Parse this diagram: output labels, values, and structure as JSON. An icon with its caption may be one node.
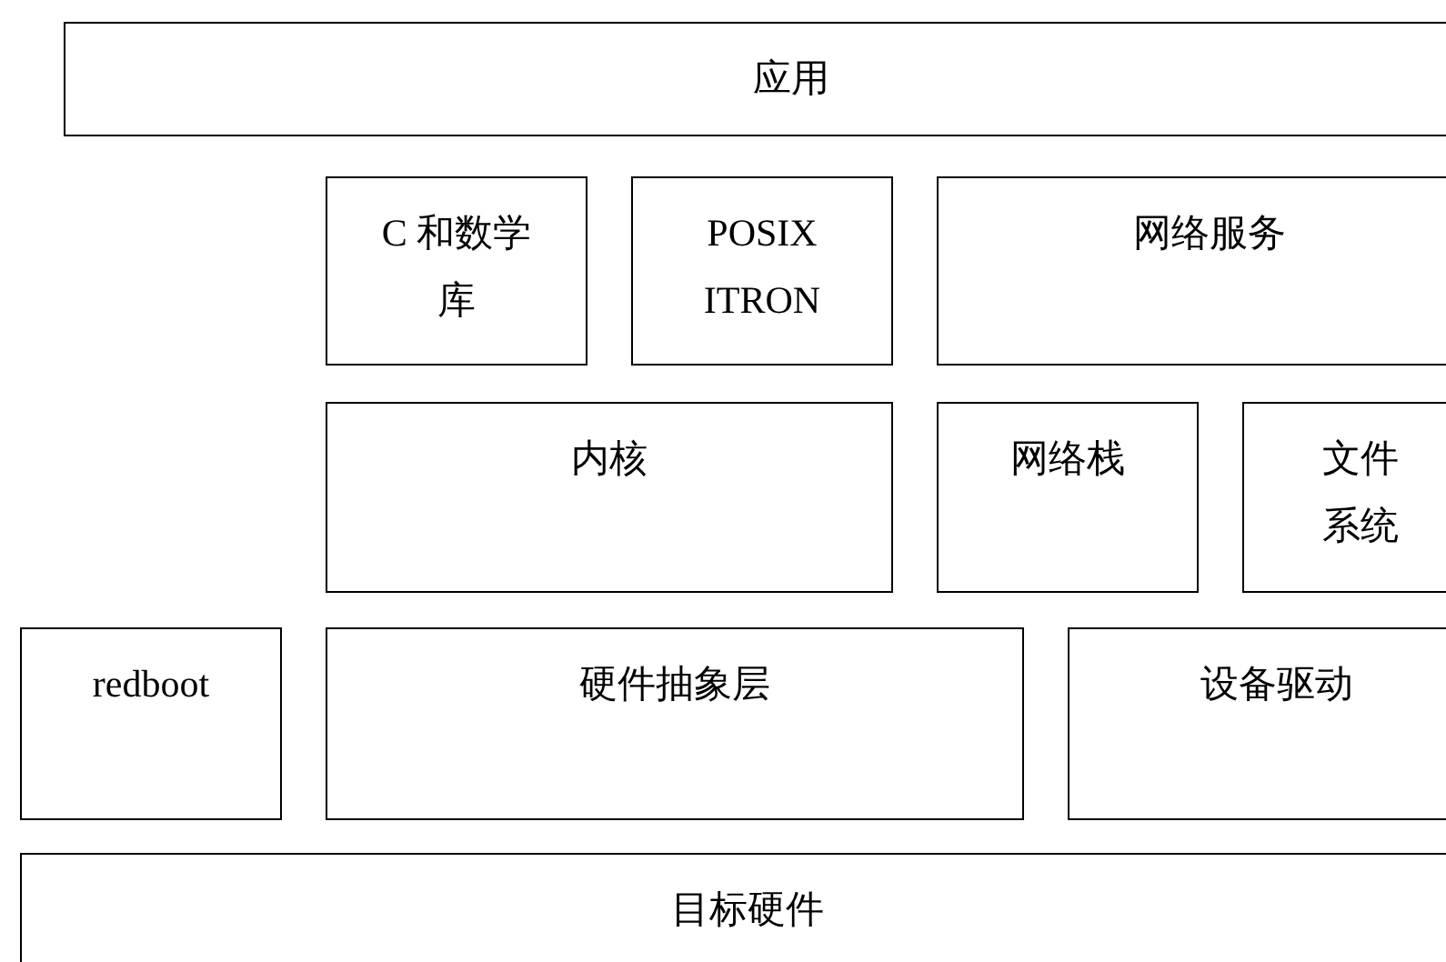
{
  "diagram": {
    "nodes": [
      {
        "text": [
          "应用"
        ]
      },
      {
        "text": [
          "C 和数学库"
        ]
      },
      {
        "text": [
          "POSIX ITRON"
        ]
      },
      {
        "text": [
          "网络服务"
        ]
      },
      {
        "text": [
          "内核"
        ]
      },
      {
        "text": [
          "网络栈"
        ]
      },
      {
        "text": [
          "文件系统"
        ]
      },
      {
        "text": [
          "redboot"
        ]
      },
      {
        "text": [
          "硬件抽象层"
        ]
      },
      {
        "text": [
          "设备驱动"
        ]
      },
      {
        "text": [
          "目标硬件"
        ]
      }
    ]
  }
}
